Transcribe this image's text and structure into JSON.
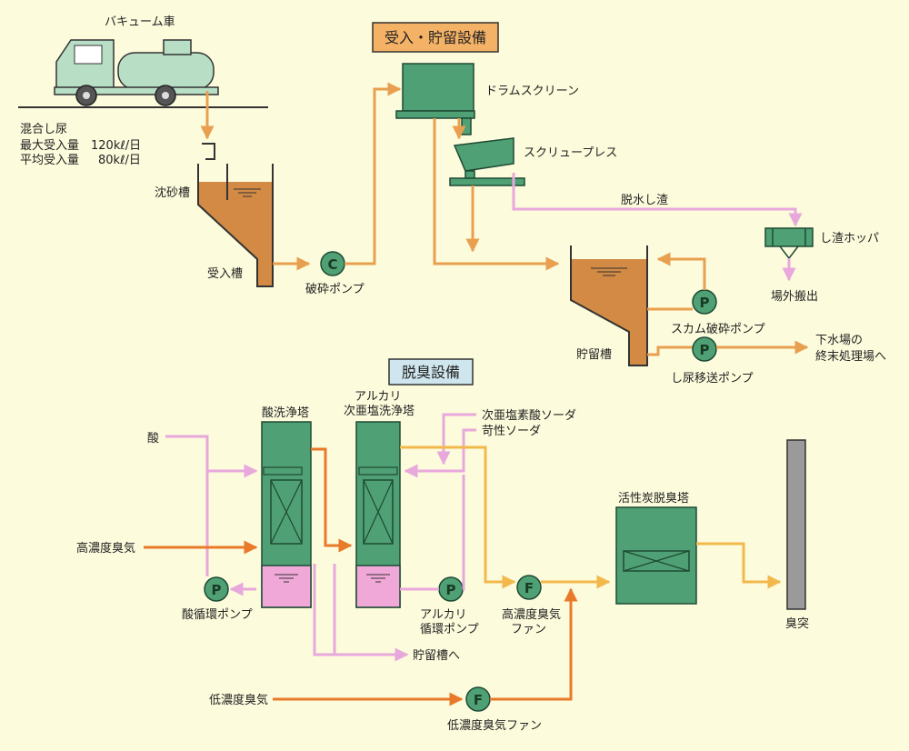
{
  "titles": {
    "receive": "受入・貯留設備",
    "deodor": "脱臭設備"
  },
  "receive": {
    "vacuum_truck": "バキューム車",
    "mixed": "混合し尿",
    "max_label": "最大受入量",
    "max_value": "120kℓ/日",
    "avg_label": "平均受入量",
    "avg_value": "80kℓ/日",
    "sand_tank": "沈砂槽",
    "receiving_tank": "受入槽",
    "crush_pump": "破砕ポンプ",
    "drum_screen": "ドラムスクリーン",
    "screw_press": "スクリュープレス",
    "dewatered": "脱水し渣",
    "hopper": "し渣ホッパ",
    "offsite": "場外搬出",
    "storage_tank": "貯留槽",
    "scum_pump": "スカム破砕ポンプ",
    "transfer_pump": "し尿移送ポンプ",
    "dest_line1": "下水場の",
    "dest_line2": "終末処理場へ"
  },
  "deodor": {
    "acid_tower": "酸洗浄塔",
    "alk_tower_l1": "アルカリ",
    "alk_tower_l2": "次亜塩洗浄塔",
    "hypo": "次亜塩素酸ソーダ",
    "caustic": "苛性ソーダ",
    "acid": "酸",
    "high_odor": "高濃度臭気",
    "acid_pump": "酸循環ポンプ",
    "alk_pump_l1": "アルカリ",
    "alk_pump_l2": "循環ポンプ",
    "high_fan_l1": "高濃度臭気",
    "high_fan_l2": "ファン",
    "to_storage": "貯留槽へ",
    "carbon_tower": "活性炭脱臭塔",
    "stack": "臭突",
    "low_odor": "低濃度臭気",
    "low_fan": "低濃度臭気ファン"
  },
  "symbols": {
    "crusher": "C",
    "pump": "P",
    "fan": "F"
  },
  "colors": {
    "background": "#fcfbdc",
    "equipment_green": "#4fa074",
    "sludge_brown": "#d28a44",
    "liquid_pink": "#f0a8d8",
    "pipe_orange": "#e8a050",
    "pipe_dark_orange": "#e97a2a",
    "pipe_pink": "#e8a8dc",
    "pipe_yellow": "#f2b84c",
    "title_box": "#f4b266",
    "title_box_blue": "#cfe6ee"
  }
}
